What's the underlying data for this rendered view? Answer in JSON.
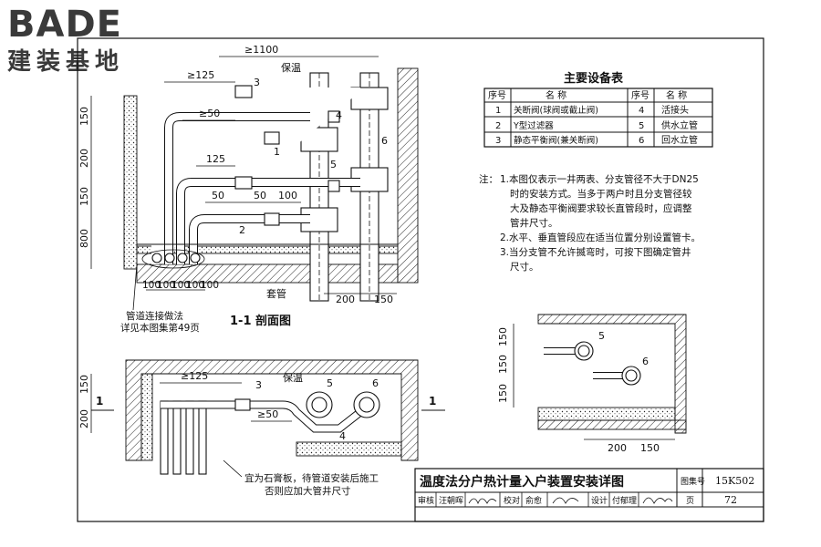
{
  "logo": {
    "brand": "BADE",
    "subtitle": "建装基地"
  },
  "section_view": {
    "caption": "1-1  剖面图",
    "dim_top": "≥1100",
    "dim_125_a": "≥125",
    "dim_50_a": "≥50",
    "dim_125_b": "125",
    "dim_50_b": "50",
    "dim_50_c": "50",
    "dim_100": "100",
    "left_dims": [
      "150",
      "200",
      "150",
      "800"
    ],
    "bottom_dims": [
      "100",
      "100",
      "100",
      "100",
      "100"
    ],
    "riser_dims": [
      "200",
      "150"
    ],
    "label_insulation": "保温",
    "label_sleeve": "套管",
    "note_connection": [
      "管道连接做法",
      "详见本图集第49页"
    ],
    "callouts": [
      "1",
      "2",
      "3",
      "4",
      "5",
      "6"
    ]
  },
  "equipment_table": {
    "title": "主要设备表",
    "headers": [
      "序号",
      "名  称",
      "序号",
      "名  称"
    ],
    "rows": [
      {
        "no1": "1",
        "name1": "关断阀(球阀或截止阀)",
        "no2": "4",
        "name2": "活接头"
      },
      {
        "no1": "2",
        "name1": "Y型过滤器",
        "no2": "5",
        "name2": "供水立管"
      },
      {
        "no1": "3",
        "name1": "静态平衡阀(兼关断阀)",
        "no2": "6",
        "name2": "回水立管"
      }
    ]
  },
  "notes": {
    "prefix": "注：",
    "lines": [
      "1.本图仅表示一井两表、分支管径不大于DN25",
      "时的安装方式。当多于两户时且分支管径较",
      "大及静态平衡阀要求较长直管段时，应调整",
      "管井尺寸。",
      "2.水平、垂直管段应在适当位置分别设置管卡。",
      "3.当分支管不允许揻弯时，可按下图确定管井",
      "尺寸。"
    ]
  },
  "small_plan": {
    "left_dims": [
      "150",
      "150",
      "150"
    ],
    "bottom_dims": [
      "200",
      "150"
    ],
    "callouts": [
      "5",
      "6"
    ]
  },
  "plan_view": {
    "dim_125": "≥125",
    "dim_50": "≥50",
    "left_dims": [
      "150",
      "200"
    ],
    "label_insulation": "保温",
    "section_marks": [
      "1",
      "1"
    ],
    "callouts": [
      "3",
      "5",
      "6",
      "4"
    ],
    "note": [
      "宜为石膏板，待管道安装后施工",
      "否则应加大管井尺寸"
    ]
  },
  "title_block": {
    "title": "温度法分户热计量入户装置安装详图",
    "atlas_label": "图集号",
    "atlas_no": "15K502",
    "review": "审核",
    "reviewer": "汪朝晖",
    "check": "校对",
    "checker": "俞愈",
    "design": "设计",
    "designer": "付郁理",
    "page_label": "页",
    "page_no": "72"
  }
}
